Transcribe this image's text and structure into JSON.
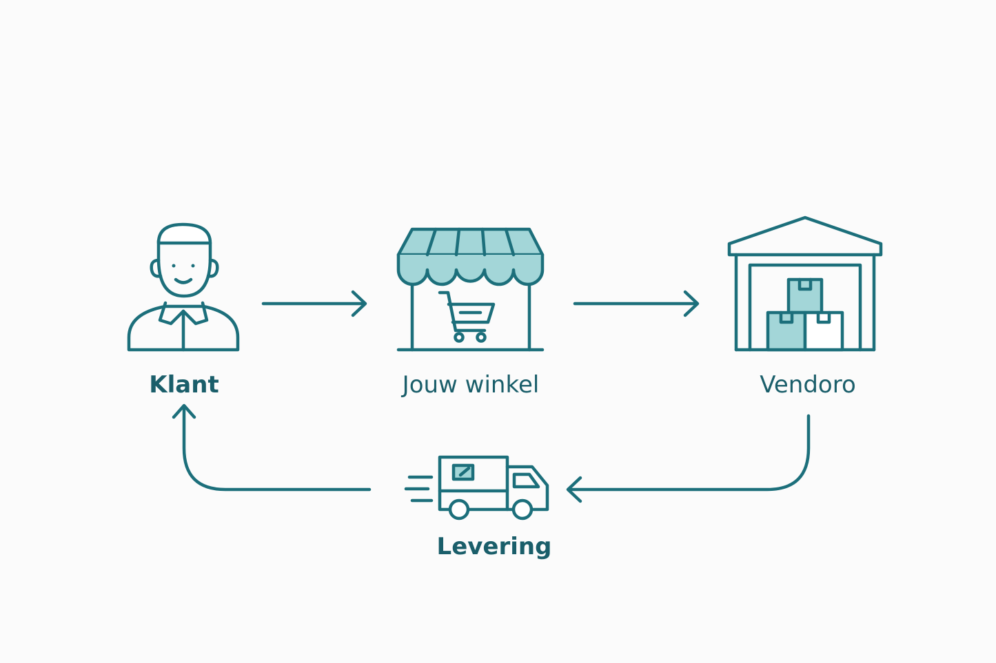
{
  "colors": {
    "stroke": "#1c6f7b",
    "fill_light": "#a3d6d8",
    "label": "#1a5e6a",
    "background": "#fbfbfb"
  },
  "nodes": {
    "klant": {
      "label": "Klant",
      "icon": "customer-icon"
    },
    "winkel": {
      "label": "Jouw winkel",
      "icon": "shop-cart-icon"
    },
    "vendoro": {
      "label": "Vendoro",
      "icon": "warehouse-icon"
    },
    "levering": {
      "label": "Levering",
      "icon": "delivery-truck-icon"
    }
  },
  "flow": [
    {
      "from": "Klant",
      "to": "Jouw winkel"
    },
    {
      "from": "Jouw winkel",
      "to": "Vendoro"
    },
    {
      "from": "Vendoro",
      "to": "Levering"
    },
    {
      "from": "Levering",
      "to": "Klant"
    }
  ]
}
